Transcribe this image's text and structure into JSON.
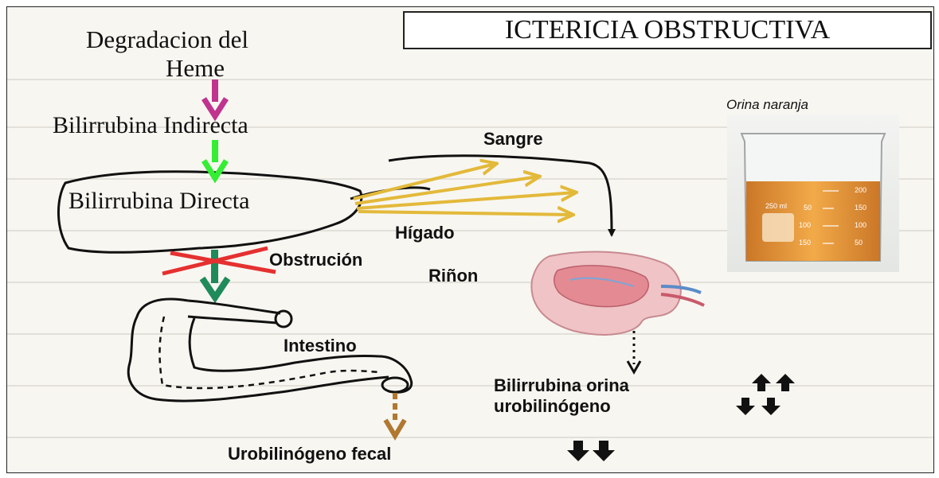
{
  "title": "ICTERICIA OBSTRUCTIVA",
  "labels": {
    "degradacion_line1": "Degradacion del",
    "degradacion_line2": "Heme",
    "bilirrubina_indirecta": "Bilirrubina Indirecta",
    "bilirrubina_directa": "Bilirrubina Directa",
    "sangre": "Sangre",
    "higado": "Hígado",
    "obstrucion": "Obstrución",
    "rinon": "Riñon",
    "intestino": "Intestino",
    "bilirrubina_orina": "Bilirrubina orina",
    "urobilinogeno": "urobilinógeno",
    "urobilinogeno_fecal": "Urobilinógeno fecal"
  },
  "photo": {
    "caption": "Orina naranja",
    "beaker_marks": [
      "200",
      "150",
      "100",
      "50",
      "250 ml",
      "50",
      "100",
      "150"
    ]
  },
  "indicators": {
    "orina_bilirrubina": "increased",
    "orina_urobilinogeno": "decreased",
    "fecal_urobilinogeno": "decreased"
  },
  "colors": {
    "arrow_heme": "#c0338f",
    "arrow_indirecta": "#33ee33",
    "arrow_intestino": "#1f8a5a",
    "obstruction_x": "#e53030",
    "arrows_sangre": "#e3b93a",
    "arrow_fecal": "#b07830",
    "urine": "#e8972e"
  }
}
